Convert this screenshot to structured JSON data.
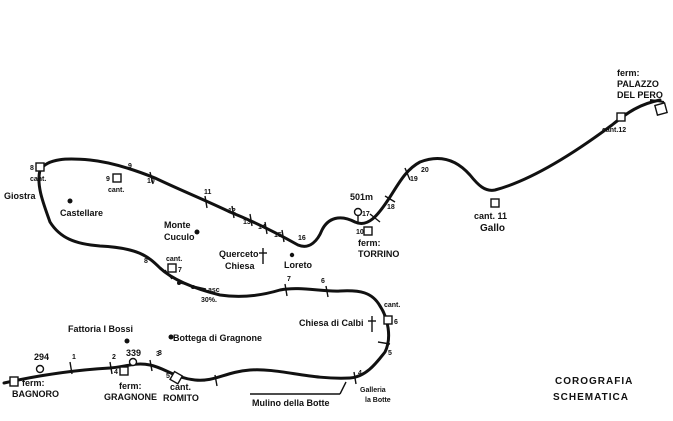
{
  "title": {
    "line1": "COROGRAFIA",
    "line2": "SCHEMATICA"
  },
  "stations": {
    "palazzo_line1": "ferm:",
    "palazzo_line2": "PALAZZO",
    "palazzo_line3": "DEL PERO",
    "torrino_line1": "ferm:",
    "torrino_line2": "TORRINO",
    "bagnoro_line1": "ferm:",
    "bagnoro_line2": "BAGNORO",
    "gragnone_line1": "ferm:",
    "gragnone_line2": "GRAGNONE"
  },
  "houses": {
    "cant12": "cant.12",
    "cant11": "cant. 11",
    "cant10_num": "10",
    "cant9_num": "9",
    "cant9": "cant.",
    "cant8_num": "8",
    "cant8": "cant.",
    "cant7_num": "7",
    "cant7": "cant.",
    "cant6": "cant.",
    "cant6_num": "6",
    "cant5_num": "5",
    "cant5": "cant.",
    "cant5_name": "ROMITO",
    "cant4_num": "4",
    "cant3_num": "3"
  },
  "places": {
    "gallo": "Gallo",
    "giostra": "Giostra",
    "castellare": "Castellare",
    "monte": "Monte",
    "cuculo": "Cuculo",
    "querceto": "Querceto",
    "chiesa": "Chiesa",
    "loreto": "Loreto",
    "chiesa_di_calbi": "Chiesa di Calbi",
    "fattoria": "Fattoria I Bossi",
    "bottega": "Bottega di Gragnone",
    "mulino": "Mulino della Botte",
    "galleria": "Galleria",
    "la_botte": "la Botte"
  },
  "elevations": {
    "e501": "501m",
    "e339": "339",
    "e294": "294"
  },
  "gradient": {
    "asc": "asc",
    "value": "30%."
  },
  "km_markers": [
    "1",
    "2",
    "3",
    "4",
    "5",
    "6",
    "7",
    "8",
    "9",
    "10",
    "11",
    "12",
    "13",
    "14",
    "15",
    "16",
    "17",
    "18",
    "19",
    "20"
  ]
}
